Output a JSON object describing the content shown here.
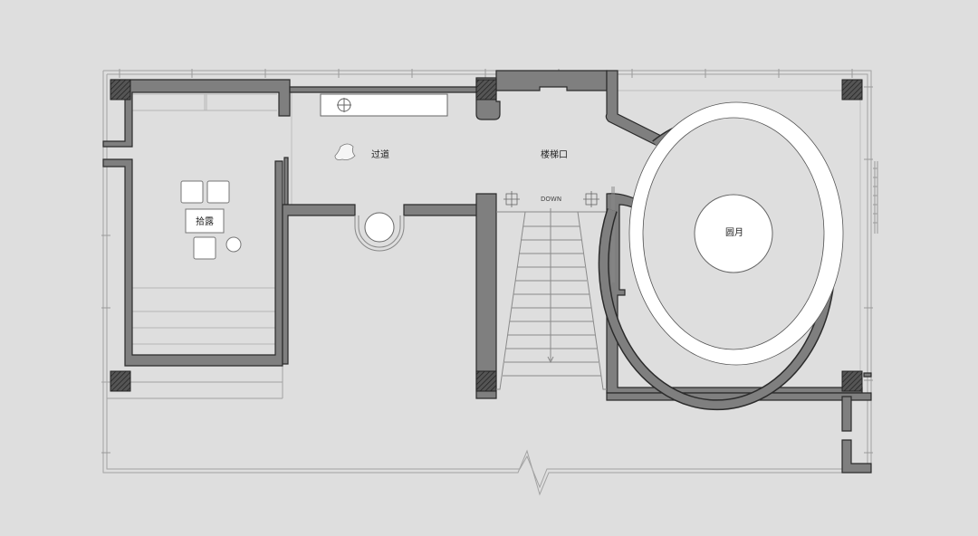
{
  "labels": {
    "corridor": "过道",
    "stair_entrance": "楼梯口",
    "round_moon": "圆月",
    "shilu": "拾露",
    "down": "DOWN"
  },
  "colors": {
    "background": "#dedede",
    "wall_fill": "#7f7f7f",
    "wall_stroke": "#2b2b2b",
    "white": "#ffffff",
    "line": "#9a9a9a"
  }
}
